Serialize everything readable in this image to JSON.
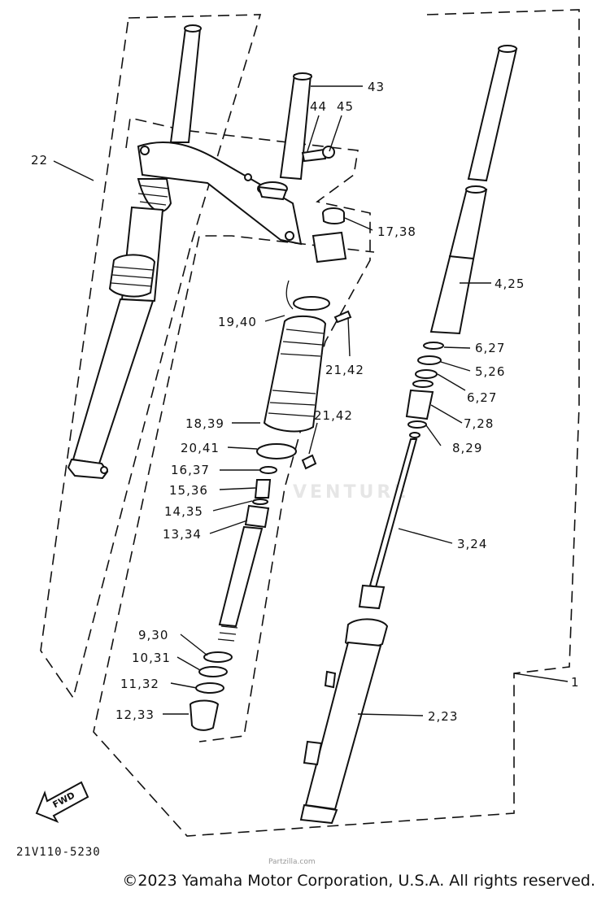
{
  "diagram_code": "21V110-5230",
  "copyright": "©2023 Yamaha Motor Corporation, U.S.A. All rights reserved.",
  "fwd_label": "FWD",
  "watermark": "VENTURE",
  "watermark_small": "Partzilla.com",
  "callouts": [
    "43",
    "44",
    "45",
    "22",
    "17,38",
    "4,25",
    "19,40",
    "21,42",
    "6,27",
    "5,26",
    "6,27",
    "18,39",
    "21,42",
    "7,28",
    "20,41",
    "8,29",
    "16,37",
    "15,36",
    "14,35",
    "13,34",
    "3,24",
    "9,30",
    "10,31",
    "11,32",
    "12,33",
    "2,23",
    "1"
  ]
}
